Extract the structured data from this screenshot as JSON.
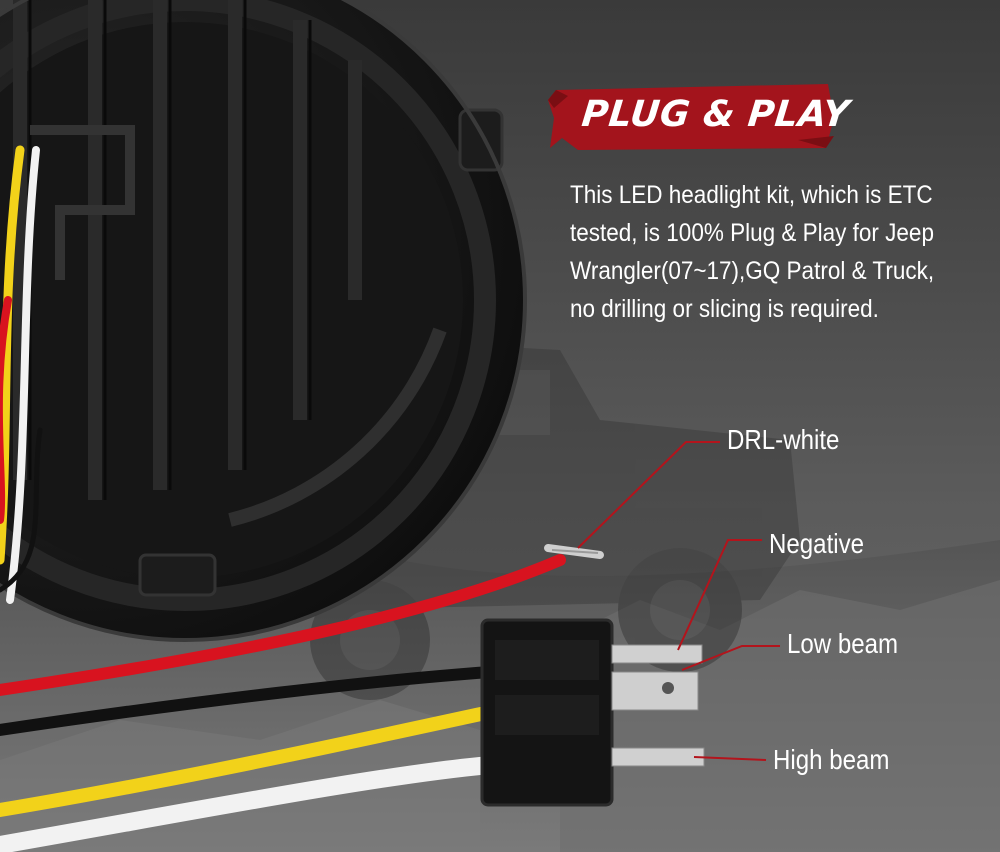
{
  "heading": "PLUG & PLAY",
  "description_lines": [
    "This LED headlight kit, which is ETC",
    "tested, is 100% Plug & Play for Jeep",
    "Wrangler(07~17),GQ Patrol & Truck,",
    "no drilling or slicing is required."
  ],
  "labels": {
    "drl": "DRL-white",
    "negative": "Negative",
    "low_beam": "Low beam",
    "high_beam": "High beam"
  },
  "colors": {
    "banner_red": "#a3141c",
    "leader_red": "#b3141c",
    "wire_red": "#d8131f",
    "wire_yellow": "#f2d21a",
    "wire_white": "#f2f2f2",
    "wire_black": "#111111",
    "text": "#ffffff"
  },
  "icons": [
    "led-headlight-image",
    "jeep-background-image",
    "h4-connector-image"
  ]
}
